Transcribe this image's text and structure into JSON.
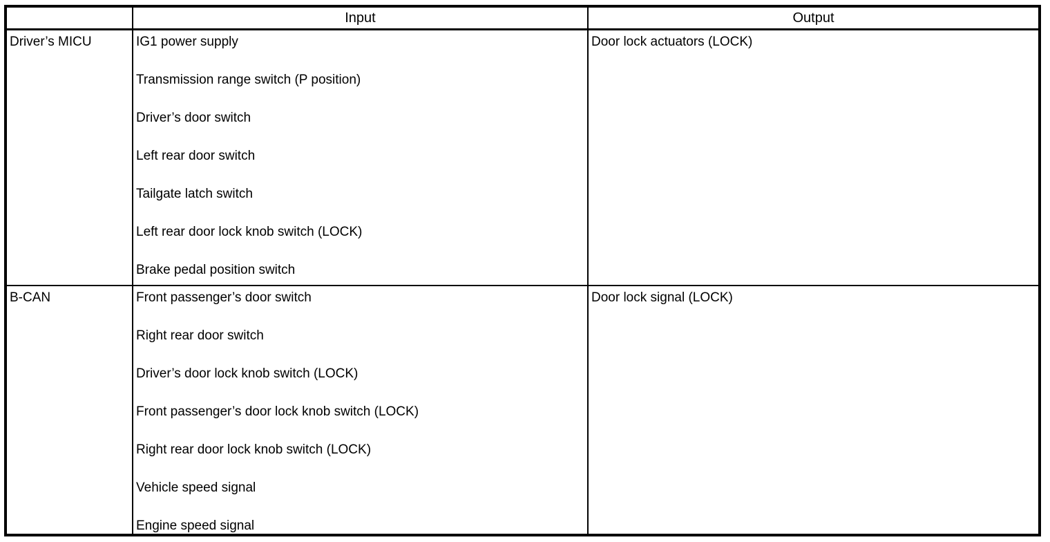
{
  "table": {
    "headers": {
      "source": "",
      "input": "Input",
      "output": "Output"
    },
    "rows": [
      {
        "source": "Driver’s MICU",
        "inputs": [
          "IG1 power supply",
          "Transmission range switch (P position)",
          "Driver’s door switch",
          "Left rear door switch",
          "Tailgate latch switch",
          "Left rear door lock knob switch (LOCK)",
          "Brake pedal position switch"
        ],
        "outputs": [
          "Door lock actuators (LOCK)"
        ]
      },
      {
        "source": "B-CAN",
        "inputs": [
          "Front passenger’s door switch",
          "Right rear door switch",
          "Driver’s door lock knob switch (LOCK)",
          "Front passenger’s door lock knob switch (LOCK)",
          "Right rear door lock knob switch (LOCK)",
          "Vehicle speed signal",
          "Engine speed signal"
        ],
        "outputs": [
          "Door lock signal (LOCK)"
        ]
      }
    ]
  }
}
